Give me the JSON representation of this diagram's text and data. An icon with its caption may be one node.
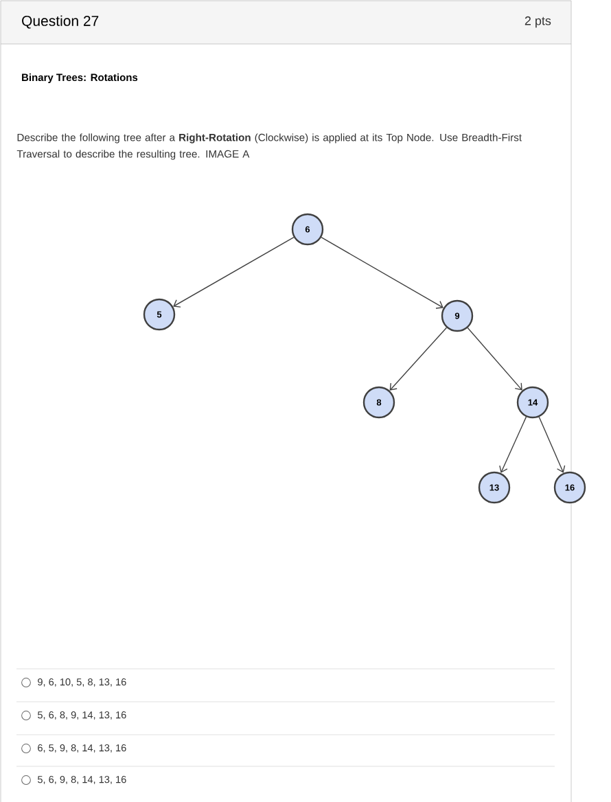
{
  "diagram": {
    "title": "Question 27",
    "nodes": [
      {
        "text": [
          "6"
        ]
      },
      {
        "text": [
          "5"
        ]
      },
      {
        "text": [
          "9"
        ]
      },
      {
        "text": [
          "8"
        ]
      },
      {
        "text": [
          "14"
        ]
      },
      {
        "text": [
          "13"
        ]
      },
      {
        "text": [
          "16"
        ]
      }
    ],
    "edges": [
      {
        "from": 0,
        "to": 1,
        "arrow": "to"
      },
      {
        "from": 0,
        "to": 2,
        "arrow": "to"
      },
      {
        "from": 2,
        "to": 3,
        "arrow": "to"
      },
      {
        "from": 2,
        "to": 4,
        "arrow": "to"
      },
      {
        "from": 4,
        "to": 5,
        "arrow": "to"
      },
      {
        "from": 4,
        "to": 6,
        "arrow": "to"
      }
    ],
    "labels": [
      "2 pts",
      "Binary Trees: Rotations",
      "Describe the following tree after a **Right-Rotation** (Clockwise) is applied at its Top Node. Use Breadth-First Traversal to describe the resulting tree. IMAGE A",
      "9, 6, 10, 5, 8, 13, 16",
      "5, 6, 8, 9, 14, 13, 16",
      "6, 5, 9, 8, 14, 13, 16",
      "5, 6, 9, 8, 14, 13, 16"
    ]
  }
}
